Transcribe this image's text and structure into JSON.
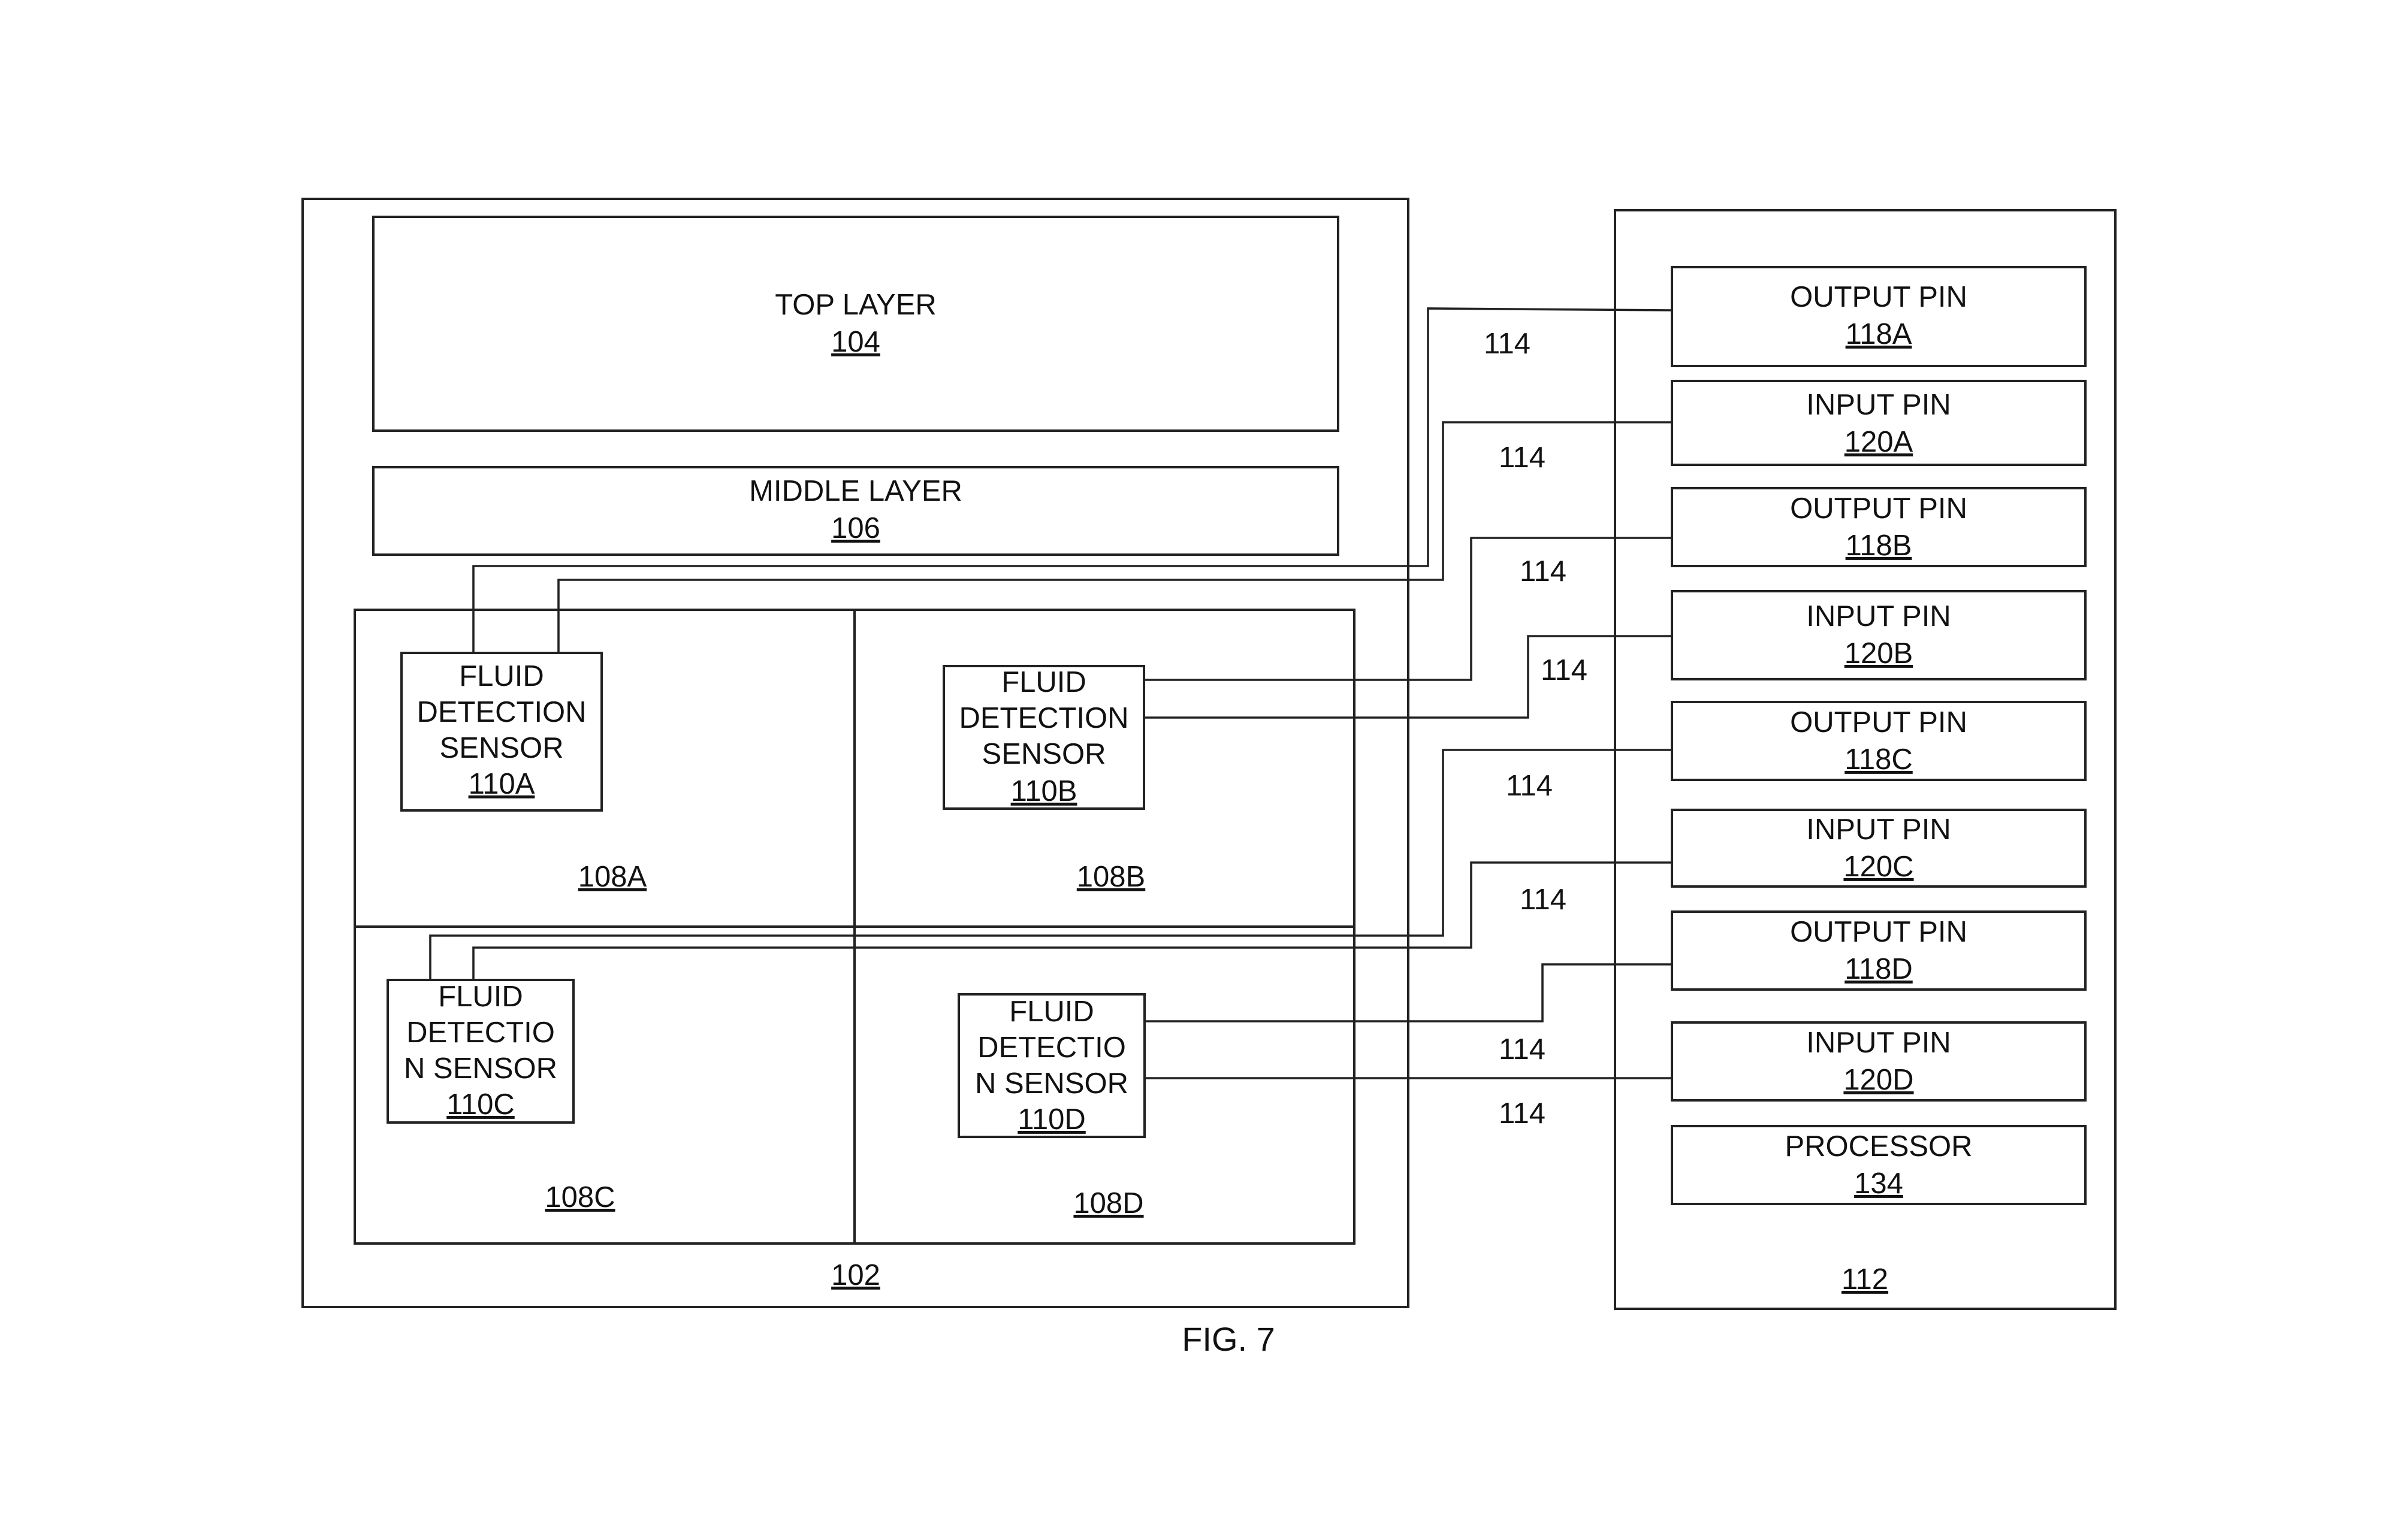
{
  "device": {
    "ref": "102",
    "top_layer": {
      "label": "TOP LAYER",
      "ref": "104"
    },
    "middle_layer": {
      "label": "MIDDLE LAYER",
      "ref": "106"
    },
    "zones": [
      {
        "ref": "108A"
      },
      {
        "ref": "108B"
      },
      {
        "ref": "108C"
      },
      {
        "ref": "108D"
      }
    ],
    "sensors": [
      {
        "lines": [
          "FLUID",
          "DETECTION",
          "SENSOR"
        ],
        "ref": "110A"
      },
      {
        "lines": [
          "FLUID",
          "DETECTION",
          "SENSOR"
        ],
        "ref": "110B"
      },
      {
        "lines": [
          "FLUID",
          "DETECTIO",
          "N SENSOR"
        ],
        "ref": "110C"
      },
      {
        "lines": [
          "FLUID",
          "DETECTIO",
          "N SENSOR"
        ],
        "ref": "110D"
      }
    ]
  },
  "controller": {
    "ref": "112",
    "pins": [
      {
        "label": "OUTPUT PIN",
        "ref": "118A"
      },
      {
        "label": "INPUT PIN",
        "ref": "120A"
      },
      {
        "label": "OUTPUT PIN",
        "ref": "118B"
      },
      {
        "label": "INPUT PIN",
        "ref": "120B"
      },
      {
        "label": "OUTPUT PIN",
        "ref": "118C"
      },
      {
        "label": "INPUT PIN",
        "ref": "120C"
      },
      {
        "label": "OUTPUT PIN",
        "ref": "118D"
      },
      {
        "label": "INPUT PIN",
        "ref": "120D"
      }
    ],
    "processor": {
      "label": "PROCESSOR",
      "ref": "134"
    }
  },
  "wire_labels": [
    "114",
    "114",
    "114",
    "114",
    "114",
    "114",
    "114",
    "114"
  ],
  "figure_caption": "FIG. 7"
}
